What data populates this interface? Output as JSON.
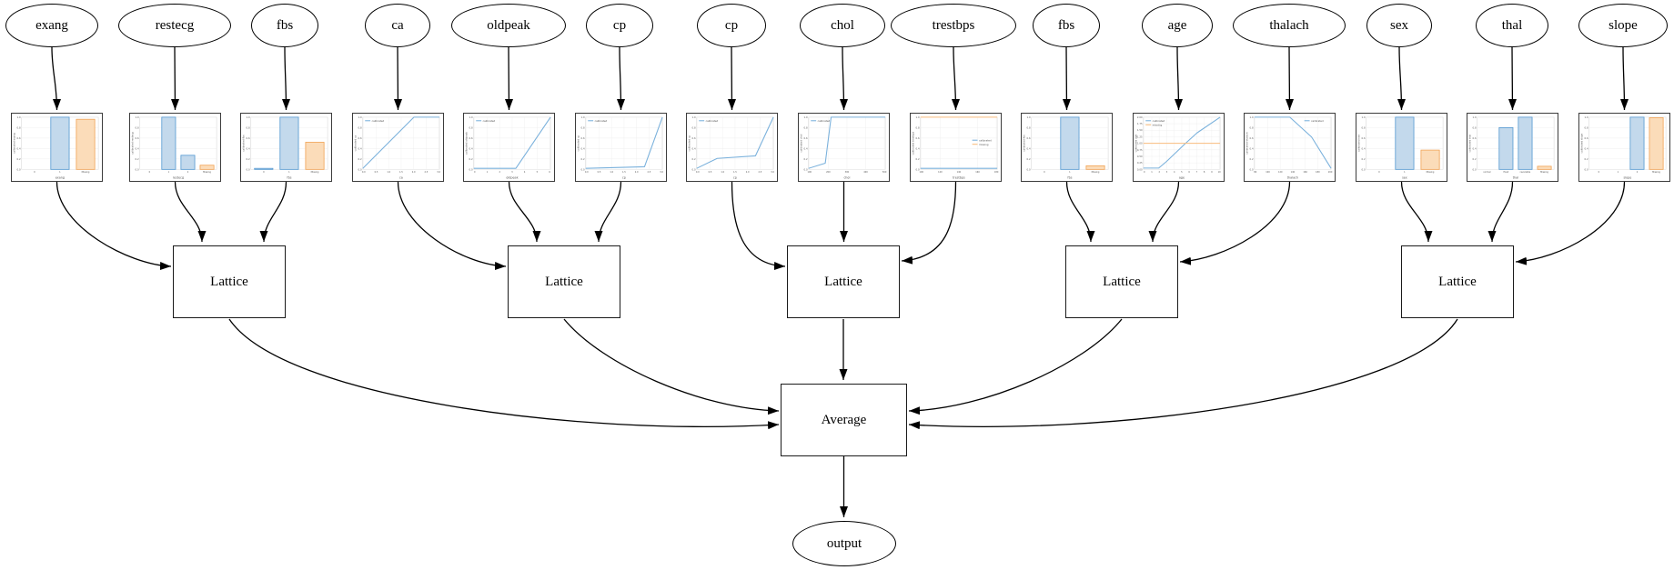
{
  "diagram": {
    "lattices": [
      {
        "label": "Lattice"
      },
      {
        "label": "Lattice"
      },
      {
        "label": "Lattice"
      },
      {
        "label": "Lattice"
      },
      {
        "label": "Lattice"
      }
    ],
    "average": {
      "label": "Average"
    },
    "output": {
      "label": "output"
    }
  },
  "legend_labels": {
    "calibrated": "calibrated",
    "missing": "missing"
  },
  "colors": {
    "calibrated_line": "#7ab1dc",
    "calibrated_fill": "#c3d9ec",
    "calibrated_edge": "#4f96d0",
    "missing_line": "#f9bd7e",
    "missing_fill": "#fbdcb9",
    "missing_edge": "#f0a050",
    "edge_color": "#000000",
    "grid_color": "#ececec",
    "frame_color": "#d0d0d0"
  },
  "features": [
    {
      "label": "exang",
      "chart_data": {
        "type": "bar",
        "xlabel": "exang",
        "ylabel": "calibrated exang",
        "yticks": [
          "0.0",
          "0.2",
          "0.4",
          "0.6",
          "0.8",
          "1.0"
        ],
        "ylim": [
          0,
          1
        ],
        "categories": [
          "0",
          "1",
          "Missing"
        ],
        "values": [
          0,
          1.0,
          0.96
        ],
        "bar_series": [
          "calibrated",
          "calibrated",
          "missing"
        ],
        "legend": null
      }
    },
    {
      "label": "restecg",
      "chart_data": {
        "type": "bar",
        "xlabel": "restecg",
        "ylabel": "calibrated restecg",
        "yticks": [
          "0.0",
          "0.2",
          "0.4",
          "0.6",
          "0.8",
          "1.0"
        ],
        "ylim": [
          0,
          1
        ],
        "categories": [
          "0",
          "1",
          "2",
          "Missing"
        ],
        "values": [
          0,
          1.0,
          0.27,
          0.08
        ],
        "bar_series": [
          "calibrated",
          "calibrated",
          "calibrated",
          "missing"
        ],
        "legend": null
      }
    },
    {
      "label": "fbs",
      "chart_data": {
        "type": "bar",
        "xlabel": "fbs",
        "ylabel": "calibrated fbs",
        "yticks": [
          "0.0",
          "0.2",
          "0.4",
          "0.6",
          "0.8",
          "1.0"
        ],
        "ylim": [
          0,
          1
        ],
        "categories": [
          "0",
          "1",
          "Missing"
        ],
        "values": [
          0.02,
          1.0,
          0.52
        ],
        "bar_series": [
          "calibrated",
          "calibrated",
          "missing"
        ],
        "legend": null
      }
    },
    {
      "label": "ca",
      "chart_data": {
        "type": "line",
        "xlabel": "ca",
        "ylabel": "calibrated ca",
        "yticks": [
          "0.0",
          "0.2",
          "0.4",
          "0.6",
          "0.8",
          "1.0"
        ],
        "ylim": [
          0,
          1
        ],
        "xticks": [
          "0.0",
          "0.5",
          "1.0",
          "1.5",
          "2.0",
          "2.5",
          "3.0"
        ],
        "xlim": [
          0,
          3
        ],
        "series": [
          {
            "name": "calibrated",
            "points": [
              [
                0,
                0.02
              ],
              [
                2.0,
                1.0
              ],
              [
                3.0,
                1.0
              ]
            ]
          }
        ],
        "legend": {
          "entries": [
            "calibrated"
          ],
          "pos": "nw"
        }
      }
    },
    {
      "label": "oldpeak",
      "chart_data": {
        "type": "line",
        "xlabel": "oldpeak",
        "ylabel": "calibrated oldpeak",
        "yticks": [
          "0.0",
          "0.2",
          "0.4",
          "0.6",
          "0.8",
          "1.0"
        ],
        "ylim": [
          0,
          1
        ],
        "xticks": [
          "0",
          "1",
          "2",
          "3",
          "4",
          "5",
          "6"
        ],
        "xlim": [
          0,
          6.2
        ],
        "series": [
          {
            "name": "calibrated",
            "points": [
              [
                0,
                0.02
              ],
              [
                3.4,
                0.02
              ],
              [
                6.2,
                1.0
              ]
            ]
          }
        ],
        "legend": {
          "entries": [
            "calibrated"
          ],
          "pos": "nw"
        }
      }
    },
    {
      "label": "cp",
      "chart_data": {
        "type": "line",
        "xlabel": "cp",
        "ylabel": "calibrated cp",
        "yticks": [
          "0.0",
          "0.2",
          "0.4",
          "0.6",
          "0.8",
          "1.0"
        ],
        "ylim": [
          0,
          1
        ],
        "xticks": [
          "0.0",
          "0.5",
          "1.0",
          "1.5",
          "2.0",
          "2.5",
          "3.0"
        ],
        "xlim": [
          0,
          3
        ],
        "series": [
          {
            "name": "calibrated",
            "points": [
              [
                0,
                0.02
              ],
              [
                2.3,
                0.05
              ],
              [
                3.0,
                1.0
              ]
            ]
          }
        ],
        "legend": {
          "entries": [
            "calibrated"
          ],
          "pos": "nw"
        }
      }
    },
    {
      "label": "cp",
      "chart_data": {
        "type": "line",
        "xlabel": "cp",
        "ylabel": "calibrated cp",
        "yticks": [
          "0.0",
          "0.2",
          "0.4",
          "0.6",
          "0.8",
          "1.0"
        ],
        "ylim": [
          0,
          1
        ],
        "xticks": [
          "0.0",
          "0.5",
          "1.0",
          "1.5",
          "2.0",
          "2.5",
          "3.0"
        ],
        "xlim": [
          0,
          3
        ],
        "series": [
          {
            "name": "calibrated",
            "points": [
              [
                0,
                0.02
              ],
              [
                0.8,
                0.21
              ],
              [
                2.3,
                0.26
              ],
              [
                3.0,
                1.0
              ]
            ]
          }
        ],
        "legend": {
          "entries": [
            "calibrated"
          ],
          "pos": "nw"
        }
      }
    },
    {
      "label": "chol",
      "chart_data": {
        "type": "line",
        "xlabel": "chol",
        "ylabel": "calibrated chol",
        "yticks": [
          "0.0",
          "0.2",
          "0.4",
          "0.6",
          "0.8",
          "1.0"
        ],
        "ylim": [
          0,
          1
        ],
        "xticks": [
          "100",
          "200",
          "300",
          "400",
          "500"
        ],
        "xlim": [
          100,
          560
        ],
        "series": [
          {
            "name": "calibrated",
            "points": [
              [
                100,
                0.02
              ],
              [
                200,
                0.12
              ],
              [
                235,
                1.0
              ],
              [
                560,
                1.0
              ]
            ]
          }
        ],
        "legend": {
          "entries": [
            "calibrated"
          ],
          "pos": "nw"
        }
      }
    },
    {
      "label": "trestbps",
      "chart_data": {
        "type": "line",
        "xlabel": "trestbps",
        "ylabel": "calibrated trestbps",
        "yticks": [
          "0.0",
          "0.2",
          "0.4",
          "0.6",
          "0.8",
          "1.0"
        ],
        "ylim": [
          0,
          1
        ],
        "xticks": [
          "100",
          "120",
          "140",
          "160",
          "180"
        ],
        "xlim": [
          95,
          200
        ],
        "series": [
          {
            "name": "calibrated",
            "points": [
              [
                95,
                0.02
              ],
              [
                200,
                0.02
              ]
            ]
          },
          {
            "name": "missing",
            "points": [
              [
                95,
                1.0
              ],
              [
                200,
                1.0
              ]
            ]
          }
        ],
        "legend": {
          "entries": [
            "calibrated",
            "missing"
          ],
          "pos": "e"
        }
      }
    },
    {
      "label": "fbs",
      "chart_data": {
        "type": "bar",
        "xlabel": "fbs",
        "ylabel": "calibrated fbs",
        "yticks": [
          "0.0",
          "0.2",
          "0.4",
          "0.6",
          "0.8",
          "1.0"
        ],
        "ylim": [
          0,
          1
        ],
        "categories": [
          "0",
          "1",
          "Missing"
        ],
        "values": [
          0,
          1.0,
          0.07
        ],
        "bar_series": [
          "calibrated",
          "calibrated",
          "missing"
        ],
        "legend": null
      }
    },
    {
      "label": "age",
      "chart_data": {
        "type": "line",
        "xlabel": "age",
        "ylabel": "calibrated age",
        "yticks": [
          "0.00",
          "0.25",
          "0.50",
          "0.75",
          "1.00",
          "1.25",
          "1.50",
          "1.75",
          "2.00"
        ],
        "ylim": [
          0,
          2
        ],
        "xticks": [
          "0",
          "1",
          "2",
          "3",
          "4",
          "5",
          "6",
          "7",
          "8",
          "9",
          "10"
        ],
        "xlim": [
          0,
          10
        ],
        "series": [
          {
            "name": "calibrated",
            "points": [
              [
                0,
                0.05
              ],
              [
                2,
                0.05
              ],
              [
                3,
                0.3
              ],
              [
                5.5,
                1.0
              ],
              [
                7,
                1.4
              ],
              [
                10,
                2.0
              ]
            ]
          },
          {
            "name": "missing",
            "points": [
              [
                0,
                1.0
              ],
              [
                10,
                1.0
              ]
            ]
          }
        ],
        "legend": {
          "entries": [
            "calibrated",
            "missing"
          ],
          "pos": "nw"
        }
      }
    },
    {
      "label": "thalach",
      "chart_data": {
        "type": "line",
        "xlabel": "thalach",
        "ylabel": "calibrated thalach",
        "yticks": [
          "0.0",
          "0.2",
          "0.4",
          "0.6",
          "0.8",
          "1.0"
        ],
        "ylim": [
          0,
          1
        ],
        "xticks": [
          "80",
          "100",
          "120",
          "140",
          "160",
          "180",
          "200"
        ],
        "xlim": [
          75,
          205
        ],
        "series": [
          {
            "name": "calibrated",
            "points": [
              [
                75,
                1.0
              ],
              [
                135,
                1.0
              ],
              [
                172,
                0.62
              ],
              [
                205,
                0.02
              ]
            ]
          }
        ],
        "legend": {
          "entries": [
            "calibrated"
          ],
          "pos": "ne"
        }
      }
    },
    {
      "label": "sex",
      "chart_data": {
        "type": "bar",
        "xlabel": "sex",
        "ylabel": "calibrated sex",
        "yticks": [
          "0.0",
          "0.2",
          "0.4",
          "0.6",
          "0.8",
          "1.0"
        ],
        "ylim": [
          0,
          1
        ],
        "categories": [
          "0",
          "1",
          "Missing"
        ],
        "values": [
          0,
          1.0,
          0.37
        ],
        "bar_series": [
          "calibrated",
          "calibrated",
          "missing"
        ],
        "legend": null
      }
    },
    {
      "label": "thal",
      "chart_data": {
        "type": "bar",
        "xlabel": "thal",
        "ylabel": "calibrated thal",
        "yticks": [
          "0.0",
          "0.2",
          "0.4",
          "0.6",
          "0.8",
          "1.0"
        ],
        "ylim": [
          0,
          1
        ],
        "categories": [
          "normal",
          "fixed",
          "reversible",
          "Missing"
        ],
        "values": [
          0,
          0.8,
          1.0,
          0.06
        ],
        "bar_series": [
          "calibrated",
          "calibrated",
          "calibrated",
          "missing"
        ],
        "legend": null
      }
    },
    {
      "label": "slope",
      "chart_data": {
        "type": "bar",
        "xlabel": "slope",
        "ylabel": "calibrated slope",
        "yticks": [
          "0.0",
          "0.2",
          "0.4",
          "0.6",
          "0.8",
          "1.0"
        ],
        "ylim": [
          0,
          1
        ],
        "categories": [
          "0",
          "1",
          "2",
          "Missing"
        ],
        "values": [
          0,
          0,
          1.0,
          0.99
        ],
        "bar_series": [
          "calibrated",
          "calibrated",
          "calibrated",
          "missing"
        ],
        "legend": null
      }
    }
  ]
}
